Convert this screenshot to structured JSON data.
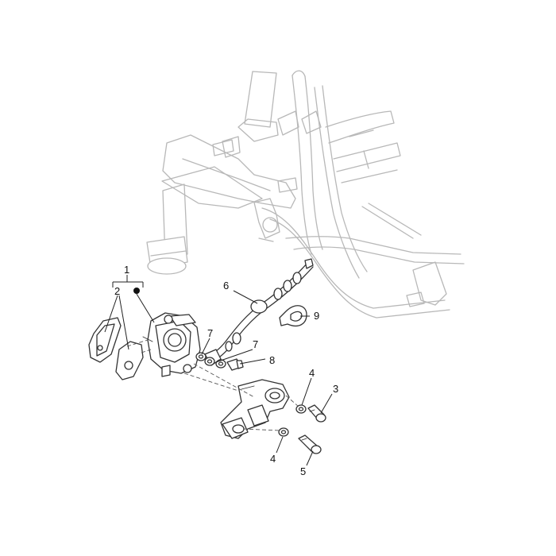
{
  "callouts": [
    {
      "id": "1",
      "label": "1"
    },
    {
      "id": "2",
      "label": "2"
    },
    {
      "id": "3",
      "label": "3"
    },
    {
      "id": "4a",
      "label": "4"
    },
    {
      "id": "4b",
      "label": "4"
    },
    {
      "id": "5",
      "label": "5"
    },
    {
      "id": "6",
      "label": "6"
    },
    {
      "id": "7a",
      "label": "7"
    },
    {
      "id": "7b",
      "label": "7"
    },
    {
      "id": "8",
      "label": "8"
    },
    {
      "id": "9",
      "label": "9"
    }
  ]
}
